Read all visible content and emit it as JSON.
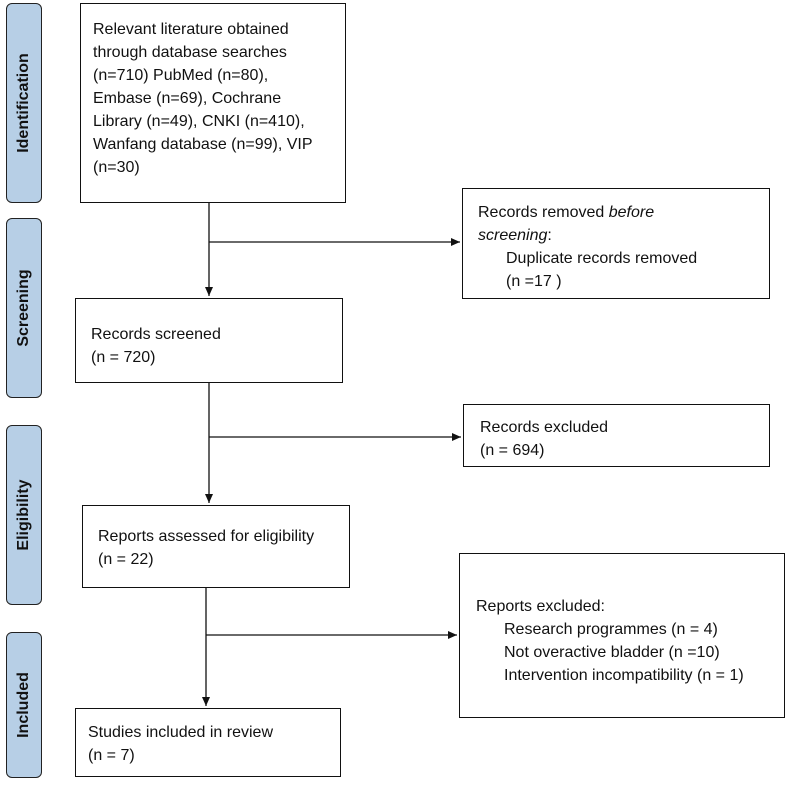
{
  "phases": {
    "identification": "Identification",
    "screening": "Screening",
    "eligibility": "Eligibility",
    "included": "Included"
  },
  "identified": {
    "lines": [
      "Relevant literature obtained",
      "through database searches",
      "(n=710) PubMed (n=80),",
      "Embase (n=69), Cochrane",
      "Library (n=49), CNKI (n=410),",
      "Wanfang database (n=99), VIP",
      "(n=30)"
    ]
  },
  "removed": {
    "title_plain": "Records removed ",
    "title_italic": "before screening",
    "title_colon": ":",
    "item": "Duplicate records removed",
    "count": "(n =17 )"
  },
  "screened": {
    "title": "Records screened",
    "count": "(n = 720)"
  },
  "excluded": {
    "title": "Records excluded",
    "count": "(n = 694)"
  },
  "assessed": {
    "title": "Reports assessed for eligibility",
    "count": "(n = 22)"
  },
  "reports_excluded": {
    "title": "Reports excluded:",
    "reasons": [
      "Research programmes (n = 4)",
      "Not overactive bladder (n =10)",
      "Intervention incompatibility (n = 1)"
    ]
  },
  "included": {
    "title": "Studies included in review",
    "count": "(n = 7)"
  },
  "colors": {
    "phase_fill": "#b7cfe6",
    "border": "#111111"
  }
}
